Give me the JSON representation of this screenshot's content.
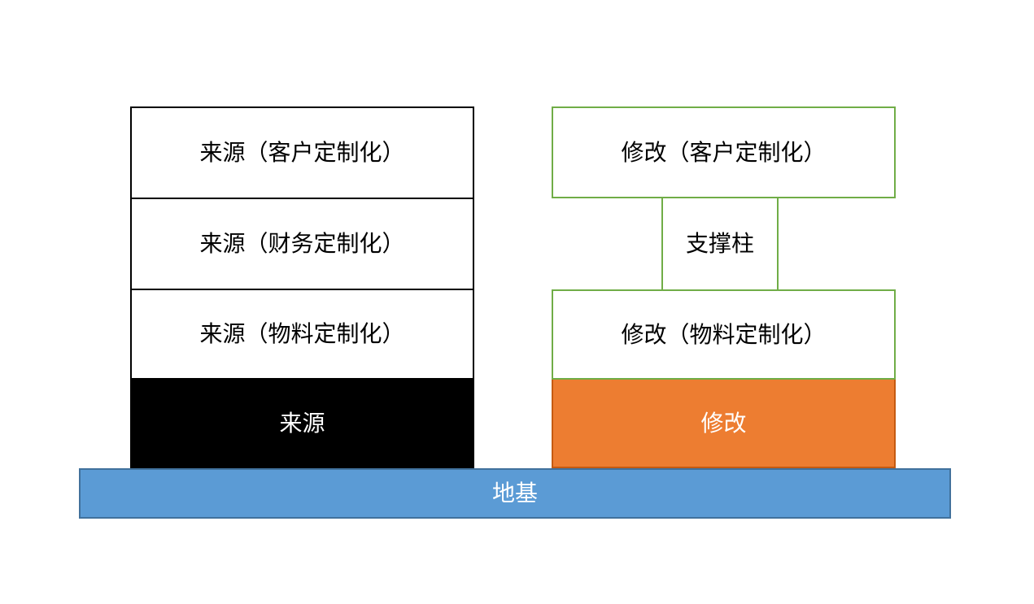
{
  "diagram": {
    "left_stack": {
      "layers": [
        {
          "label": "来源（客户定制化）"
        },
        {
          "label": "来源（财务定制化）"
        },
        {
          "label": "来源（物料定制化）"
        }
      ],
      "base": {
        "label": "来源"
      }
    },
    "right_stack": {
      "top": {
        "label": "修改（客户定制化）"
      },
      "pillar": {
        "label": "支撑柱"
      },
      "middle": {
        "label": "修改（物料定制化）"
      },
      "base": {
        "label": "修改"
      }
    },
    "foundation": {
      "label": "地基"
    },
    "colors": {
      "source_base_fill": "#000000",
      "modify_border": "#70AD47",
      "modify_base_fill": "#ED7D31",
      "modify_base_border": "#C55A11",
      "foundation_fill": "#5B9BD5",
      "foundation_border": "#41719C"
    }
  }
}
